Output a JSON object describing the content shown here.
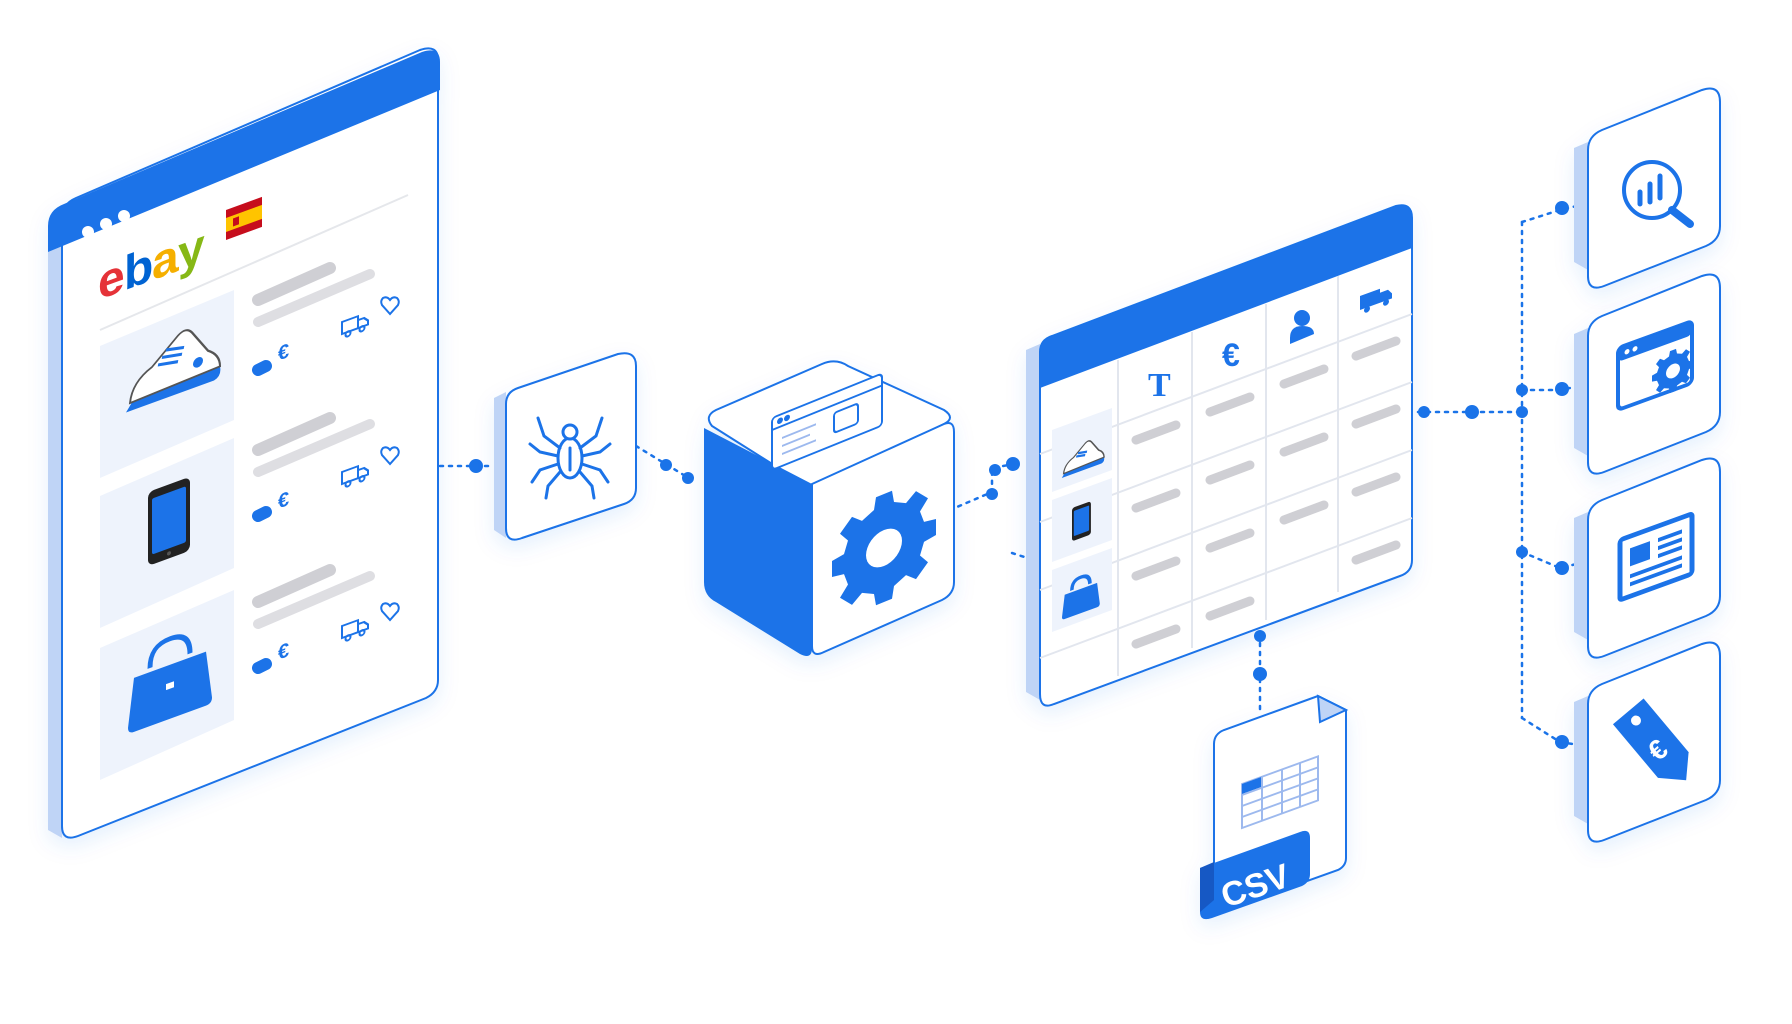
{
  "colors": {
    "primary": "#1A73E8",
    "primary_dark": "#1558C4",
    "primary_light": "#DCE8FB",
    "panel_side": "#BFD4F6",
    "placeholder": "#D4D4D8",
    "placeholder_light": "#E9EAEE",
    "card_bg": "#EEF3FC",
    "stroke": "#1A73E8",
    "flag_red": "#C60B1E",
    "flag_yellow": "#FFC400",
    "ebay_e": "#E53238",
    "ebay_b": "#0064D2",
    "ebay_a": "#F5AF02",
    "ebay_y": "#86B817"
  },
  "marketplace_page": {
    "logo": {
      "letters": [
        "e",
        "b",
        "a",
        "y"
      ]
    },
    "flag": "spain-flag-icon",
    "products": [
      {
        "icon": "sneaker-icon",
        "price_symbol": "€",
        "meta_icons": [
          "truck-icon",
          "heart-icon"
        ]
      },
      {
        "icon": "smartphone-icon",
        "price_symbol": "€",
        "meta_icons": [
          "truck-icon",
          "heart-icon"
        ]
      },
      {
        "icon": "handbag-icon",
        "price_symbol": "€",
        "meta_icons": [
          "truck-icon",
          "heart-icon"
        ]
      }
    ]
  },
  "crawler": {
    "icon": "spider-icon"
  },
  "processor": {
    "icons": [
      "browser-window-icon",
      "gear-icon"
    ]
  },
  "data_table": {
    "header_icons": [
      "text-icon",
      "euro-icon",
      "user-icon",
      "truck-icon"
    ],
    "header_text": [
      "T",
      "€"
    ],
    "row_icons": [
      "sneaker-icon",
      "smartphone-icon",
      "handbag-icon"
    ]
  },
  "export_file": {
    "label": "CSV",
    "icon": "csv-file-icon"
  },
  "outputs": [
    {
      "icon": "analytics-search-icon"
    },
    {
      "icon": "browser-settings-icon"
    },
    {
      "icon": "news-article-icon"
    },
    {
      "icon": "price-tag-icon",
      "symbol": "€"
    }
  ]
}
